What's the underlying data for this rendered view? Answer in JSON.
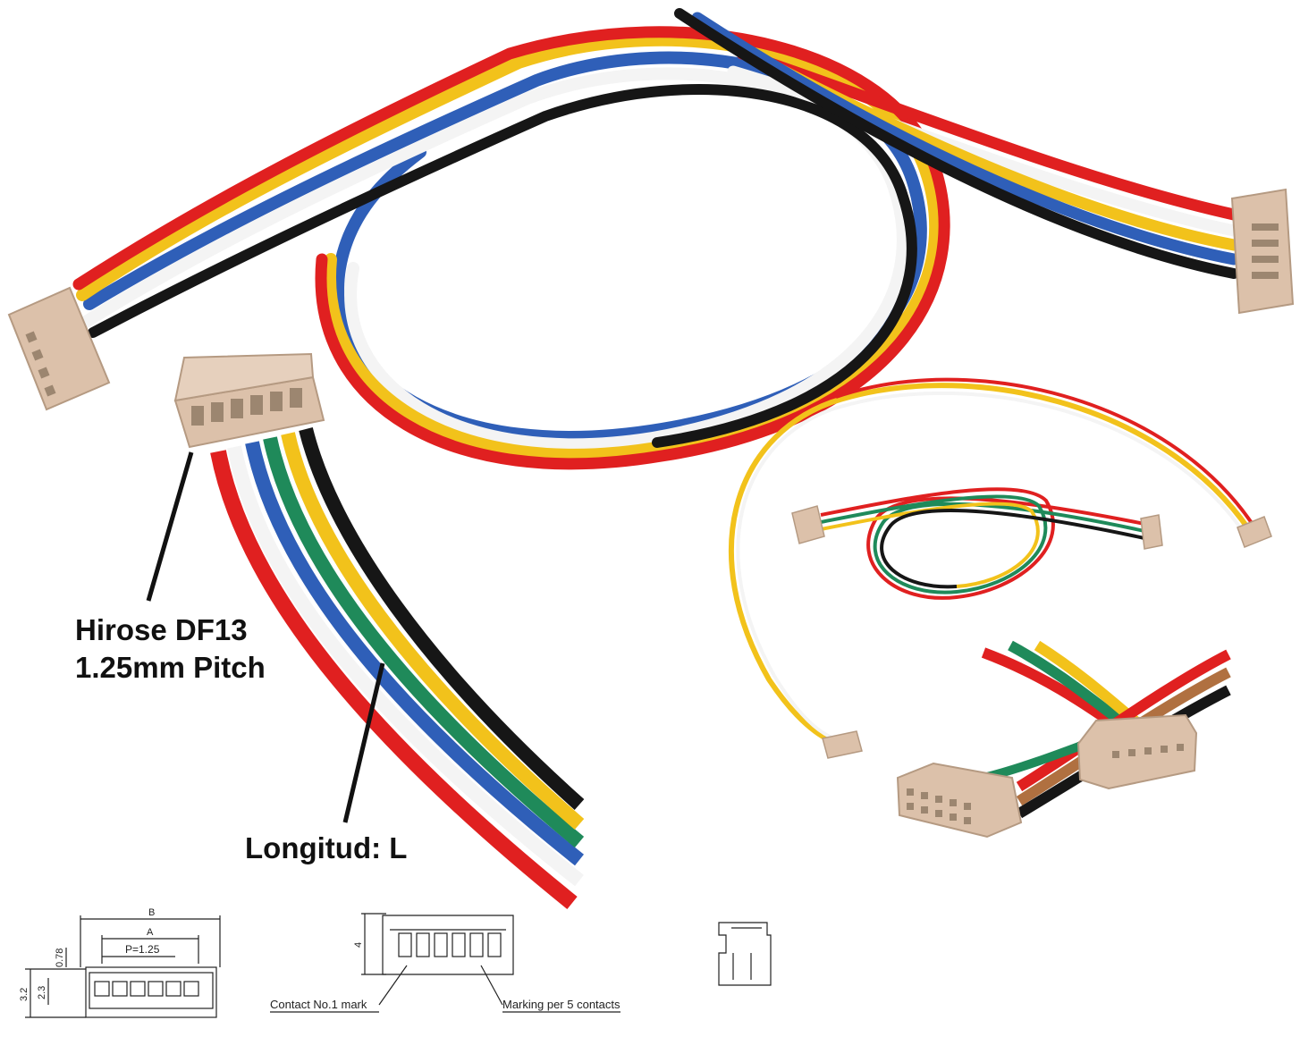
{
  "labels": {
    "connector_line1": "Hirose DF13",
    "connector_line2": "1.25mm Pitch",
    "length": "Longitud: L"
  },
  "drawing": {
    "dim_b": "B",
    "dim_a": "A",
    "pitch": "P=1.25",
    "dim_078": "0.78",
    "dim_32": "3.2",
    "dim_23": "2.3",
    "dim_4": "4",
    "contact_mark": "Contact No.1 mark",
    "marking": "Marking per 5 contacts"
  },
  "wire_colors": {
    "red": "#e02020",
    "white": "#f4f4f4",
    "blue": "#2f5fb8",
    "green": "#1f8a5a",
    "yellow": "#f2c21b",
    "black": "#161616",
    "housing": "#dcc1aa"
  }
}
